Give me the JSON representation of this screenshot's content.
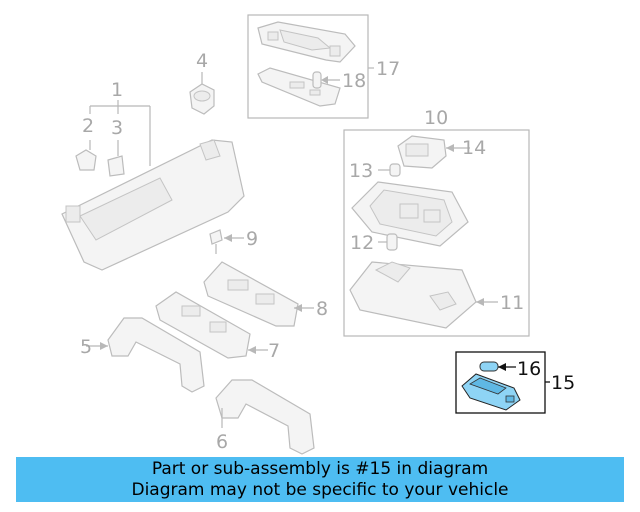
{
  "diagram": {
    "callouts": [
      "1",
      "2",
      "3",
      "4",
      "5",
      "6",
      "7",
      "8",
      "9",
      "10",
      "11",
      "12",
      "13",
      "14",
      "15",
      "16",
      "17",
      "18"
    ],
    "highlight_color": "#4ebdf2",
    "part_color": "#8ed4f5",
    "selected_part": "15"
  },
  "banner": {
    "line1": "Part or sub-assembly is #15 in diagram",
    "line2": "Diagram may not be specific to your vehicle",
    "color": "#4ebdf2"
  }
}
